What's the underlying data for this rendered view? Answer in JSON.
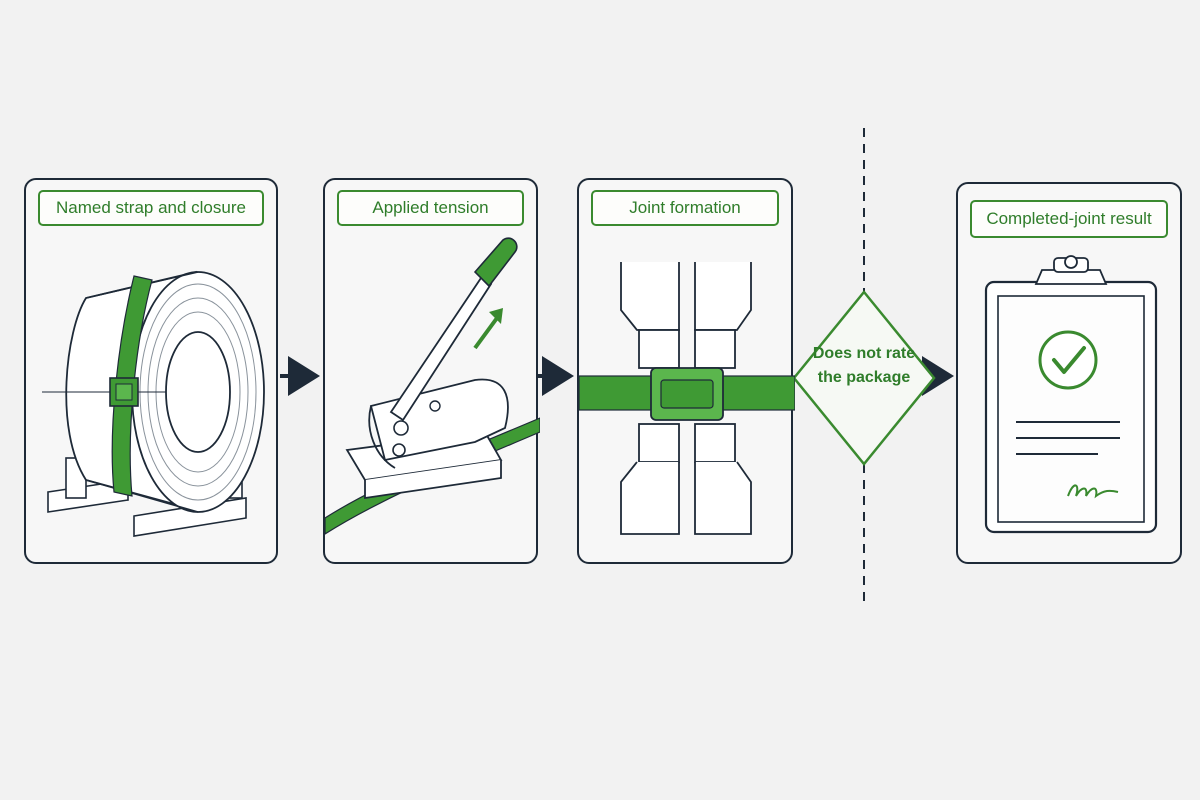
{
  "steps": [
    {
      "label": "Named strap and closure",
      "icon": "strap-coil-icon"
    },
    {
      "label": "Applied tension",
      "icon": "tensioner-tool-icon"
    },
    {
      "label": "Joint formation",
      "icon": "sealing-jaws-icon"
    }
  ],
  "decision": {
    "label": "Does not rate the package",
    "icon": "diamond-icon"
  },
  "result": {
    "label": "Completed-joint result",
    "icon": "clipboard-check-icon"
  },
  "colors": {
    "accent": "#3a8a2f",
    "outline": "#1e2a38",
    "background": "#f2f2f2"
  }
}
